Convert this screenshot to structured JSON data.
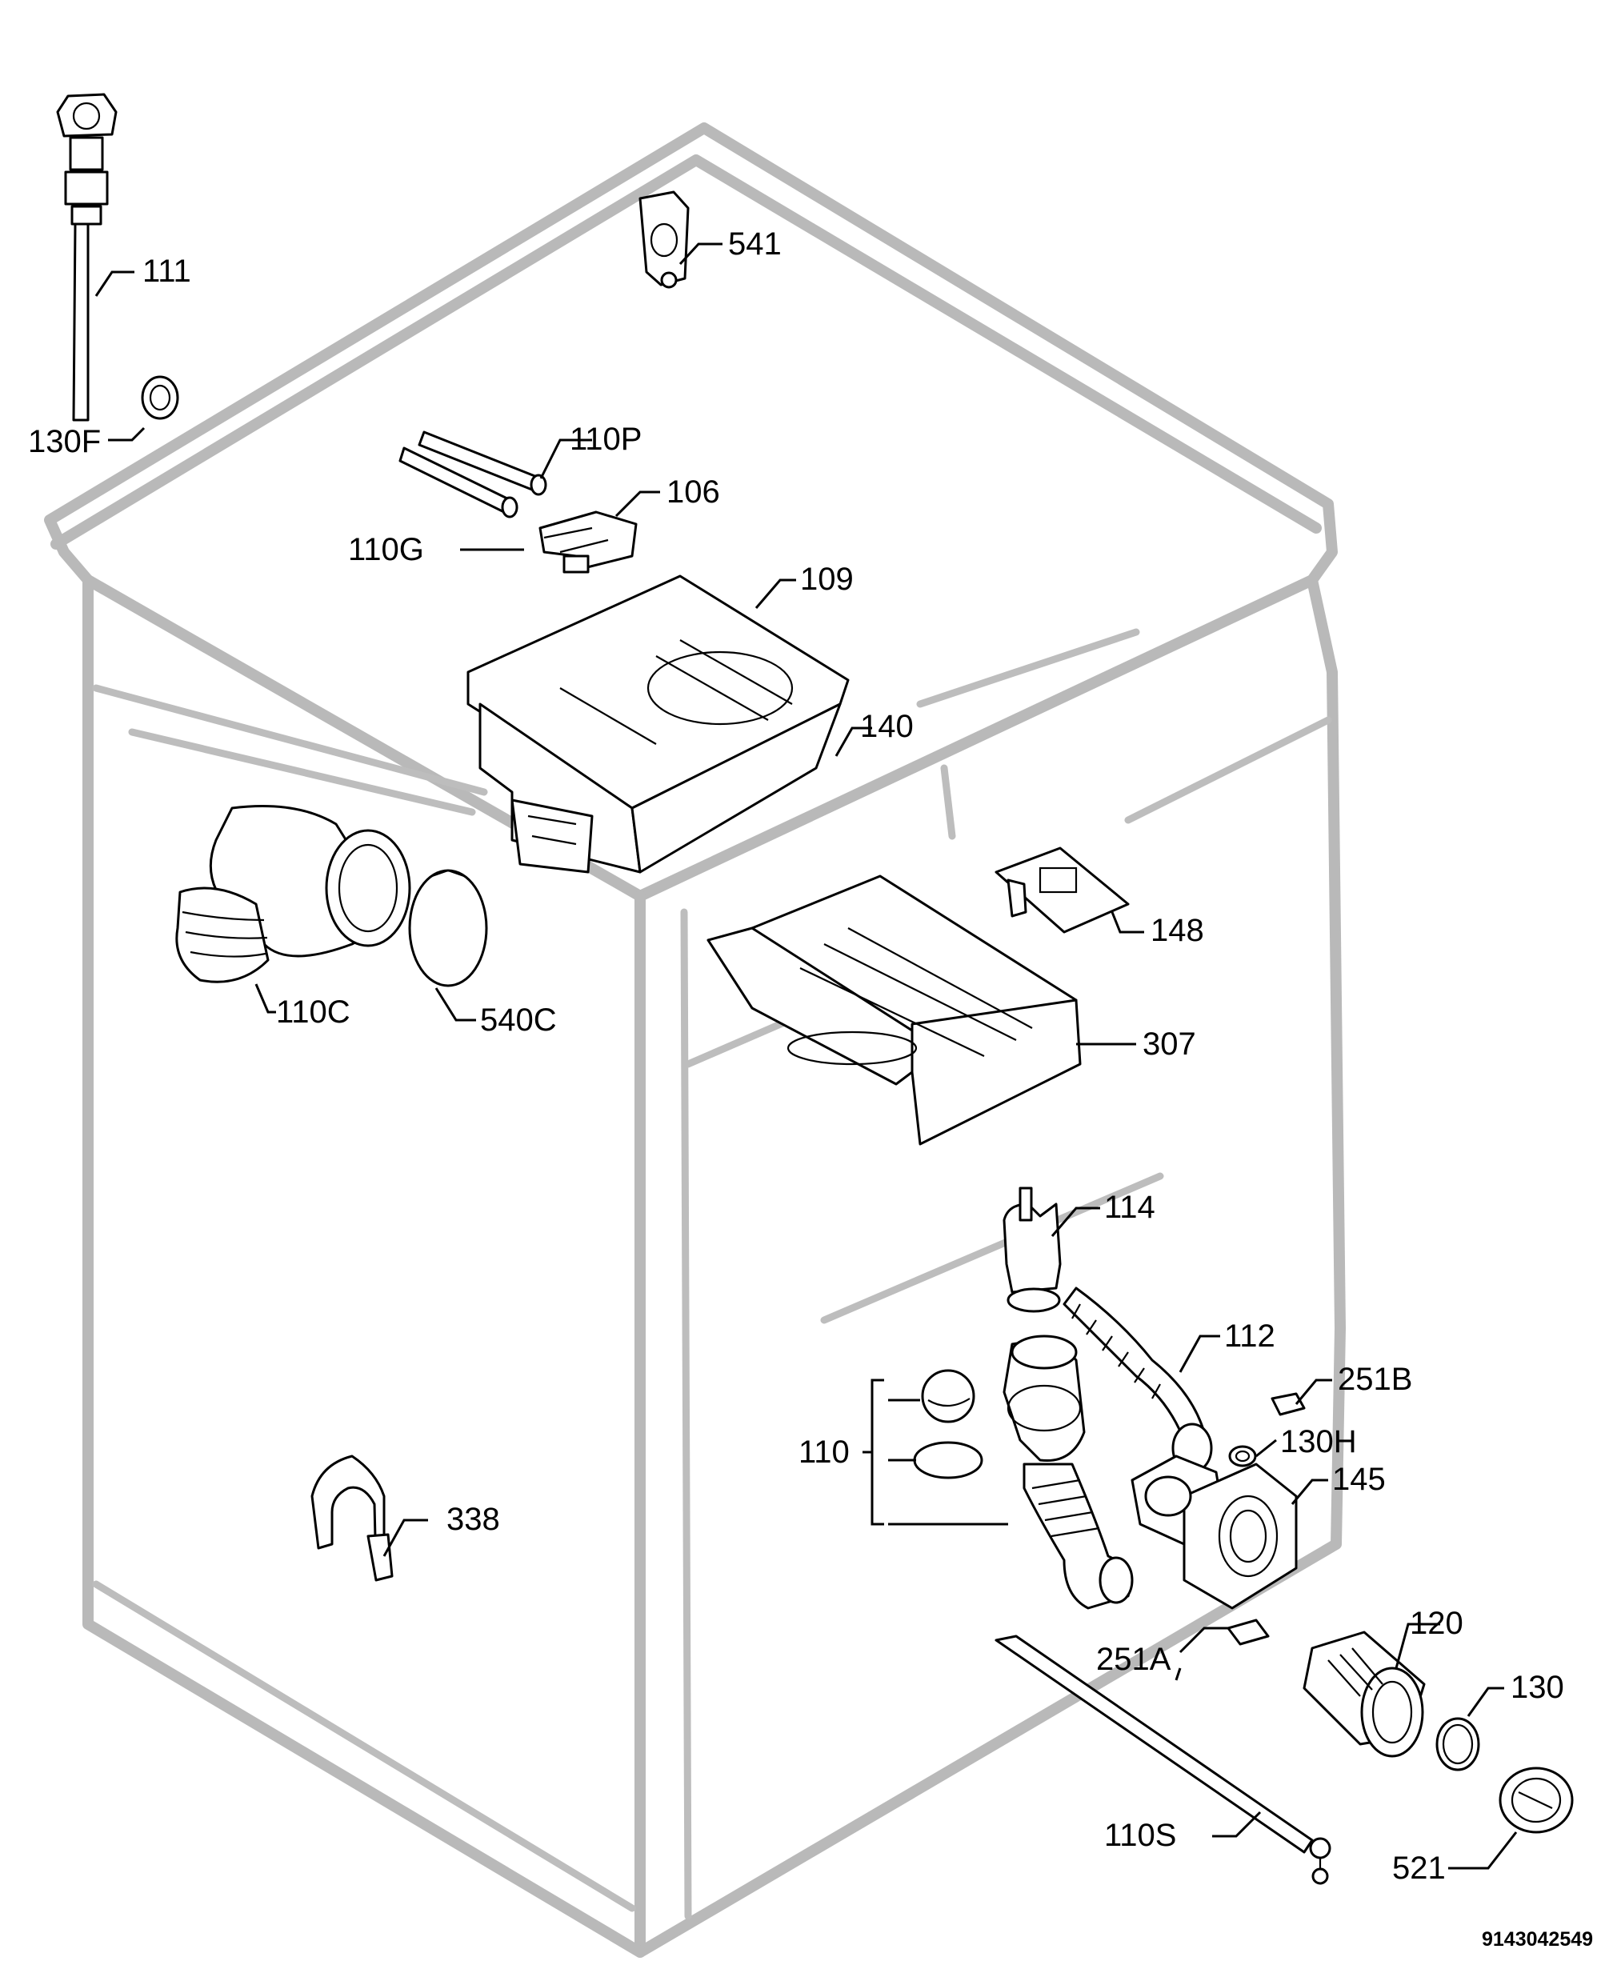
{
  "diagram": {
    "type": "exploded parts diagram",
    "document_number": "9143042549",
    "labels": {
      "l111": "111",
      "l541": "541",
      "l130F": "130F",
      "l110P": "110P",
      "l106": "106",
      "l110G": "110G",
      "l109": "109",
      "l140": "140",
      "l148": "148",
      "l110C": "110C",
      "l540C": "540C",
      "l307": "307",
      "l114": "114",
      "l112": "112",
      "l251B": "251B",
      "l110": "110",
      "l130H": "130H",
      "l145": "145",
      "l338": "338",
      "l120": "120",
      "l251A": "251A",
      "l130": "130",
      "l110S": "110S",
      "l521": "521"
    }
  }
}
